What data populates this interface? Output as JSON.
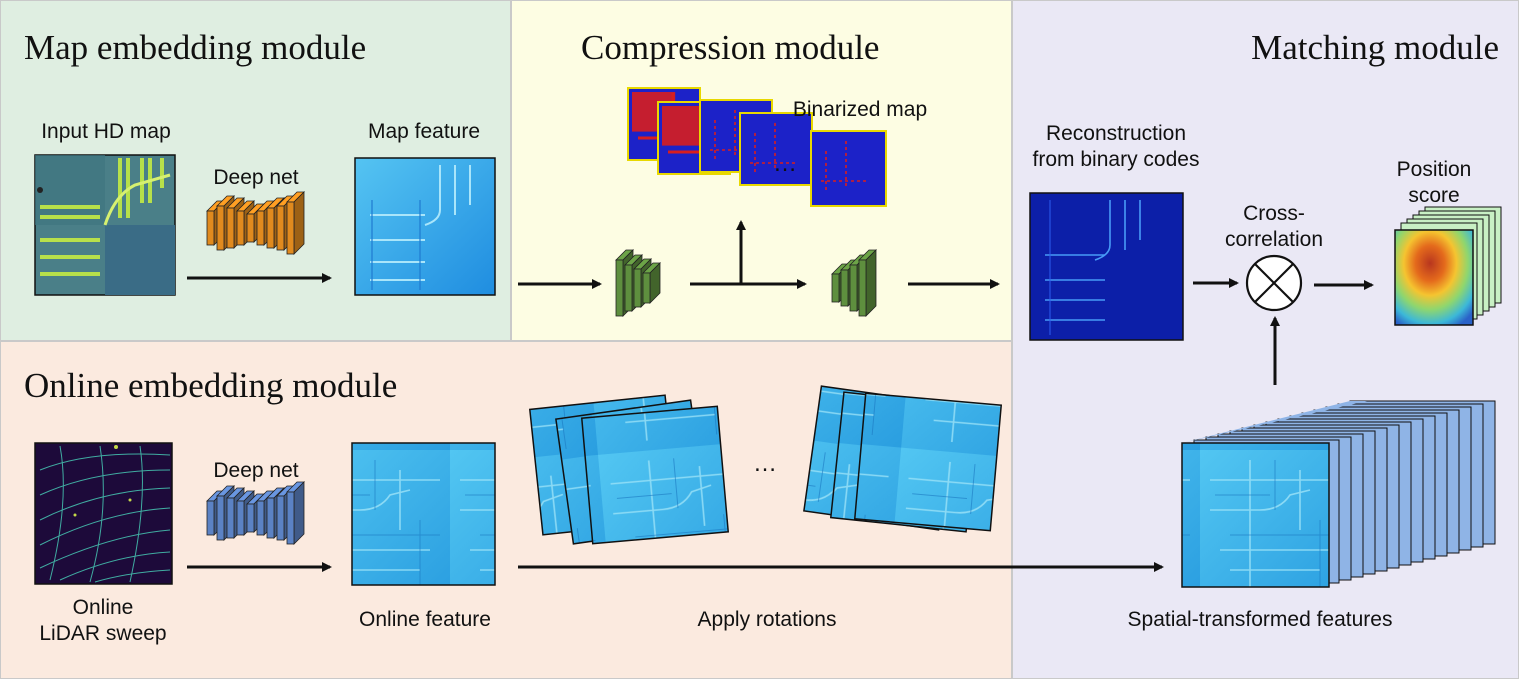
{
  "modules": {
    "map_embedding": "Map embedding module",
    "compression": "Compression module",
    "matching": "Matching module",
    "online_embedding": "Online embedding module"
  },
  "labels": {
    "input_hd_map": "Input HD map",
    "deep_net_map": "Deep net",
    "map_feature": "Map feature",
    "binarized_map": "Binarized map",
    "reconstruction_line1": "Reconstruction",
    "reconstruction_line2": "from binary codes",
    "cross_correlation_line1": "Cross-",
    "cross_correlation_line2": "correlation",
    "position_score_line1": "Position",
    "position_score_line2": "score",
    "deep_net_online": "Deep net",
    "online_lidar_line1": "Online",
    "online_lidar_line2": "LiDAR sweep",
    "online_feature": "Online feature",
    "apply_rotations": "Apply rotations",
    "spatial_transformed": "Spatial-transformed features",
    "ellipsis_compression": "…",
    "ellipsis_rotations": "…"
  },
  "colors": {
    "map_panel": "#dfeee1",
    "compression_panel": "#fdfde3",
    "matching_panel": "#eae8f5",
    "online_panel": "#fbeadf",
    "map_net": "#e08a1e",
    "compression_net": "#5e8f3e",
    "online_net": "#5b82c4",
    "feature_blue": "#3cb4e6",
    "binarized_blue": "#1c22c8",
    "binarized_red": "#d81e1e"
  }
}
